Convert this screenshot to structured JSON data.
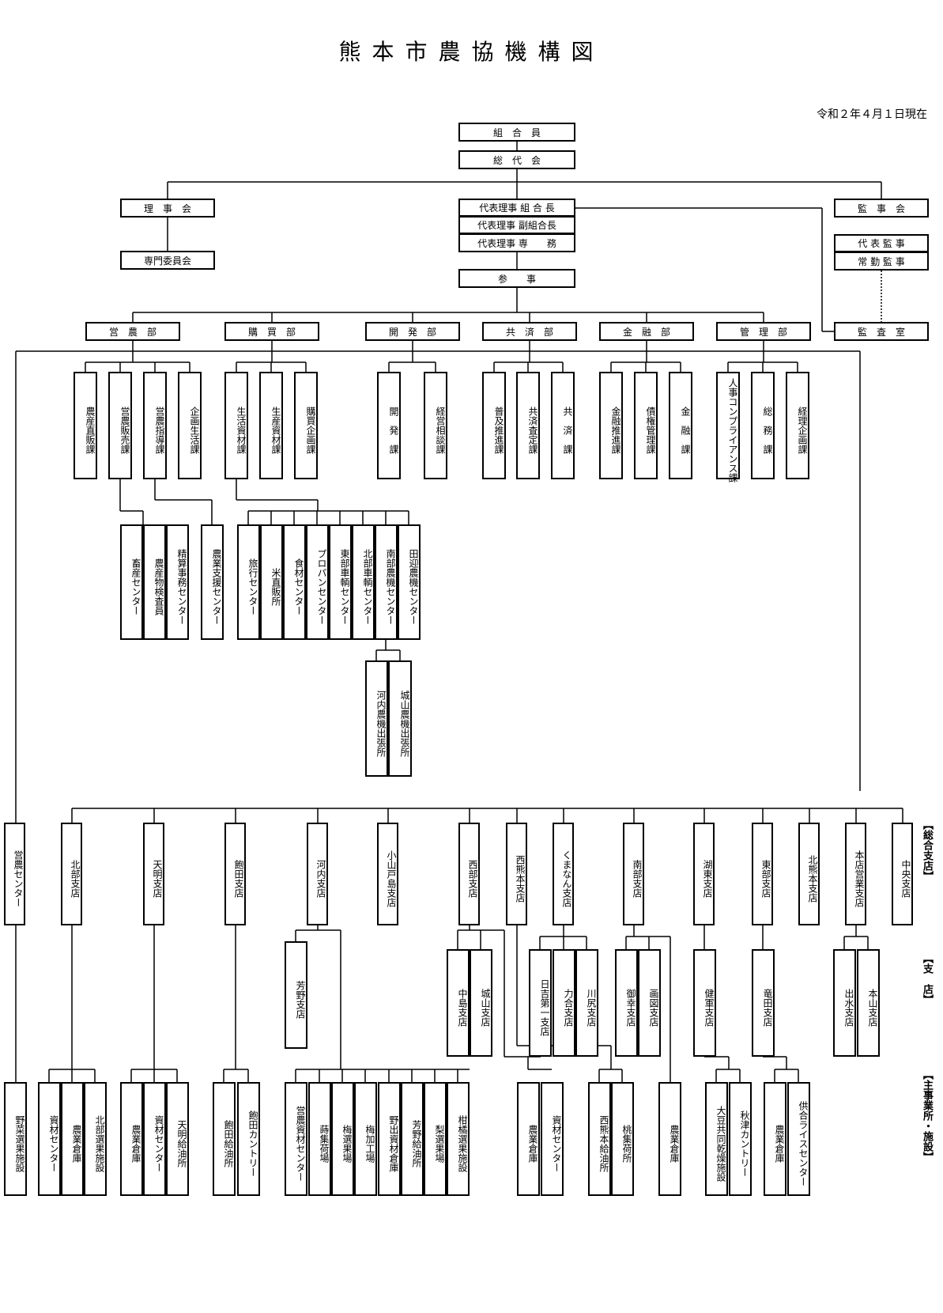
{
  "title": "熊本市農協機構図",
  "date": "令和２年４月１日現在",
  "top": {
    "members": "組　合　員",
    "delegates": "総　代　会",
    "board": "理　事　会",
    "committee": "専門委員会",
    "pres1": "代表理事 組 合 長",
    "pres2": "代表理事 副組合長",
    "pres3": "代表理事 専　　務",
    "audit": "監　事　会",
    "aud1": "代 表 監 事",
    "aud2": "常 勤 監 事",
    "councillor": "参　　事",
    "audit_office": "監　査　室"
  },
  "depts": [
    "営　農　部",
    "購　買　部",
    "開　発　部",
    "共　済　部",
    "金　融　部",
    "管　理　部"
  ],
  "sections": [
    "農産直販課",
    "営農販売課",
    "営農指導課",
    "企画生活課",
    "生活資材課",
    "生産資材課",
    "購買企画課",
    "開　発　課",
    "経営相談課",
    "普及推進課",
    "共済査定課",
    "共　済　課",
    "金融推進課",
    "債権管理課",
    "金　融　課",
    "人事コンプライアンス課",
    "総　務　課",
    "経理企画課"
  ],
  "centers": [
    "畜産センター",
    "農産物検査員",
    "精算事務センター",
    "農業支援センター",
    "旅行センター",
    "米直販所",
    "食材センター",
    "プロパンセンター",
    "東部車輌センター",
    "北部車輌センター",
    "南部農機センター",
    "田迎農機センター",
    "河内農機出張所",
    "城山農機出張所"
  ],
  "branches": [
    "営農センター",
    "北部支店",
    "天明支店",
    "飽田支店",
    "河内支店",
    "小山戸島支店",
    "西部支店",
    "西熊本支店",
    "くまなん支店",
    "南部支店",
    "湖東支店",
    "東部支店",
    "北熊本支店",
    "本店営業支店",
    "中央支店"
  ],
  "sub_branches": [
    "芳野支店",
    "中島支店",
    "城山支店",
    "日吉第一支店",
    "力合支店",
    "川尻支店",
    "御幸支店",
    "画図支店",
    "健軍支店",
    "竜田支店",
    "出水支店",
    "本山支店"
  ],
  "facilities": [
    "野菜選果施設",
    "資材センター",
    "農業倉庫",
    "北部選果施設",
    "農業倉庫",
    "資材センター",
    "天明給油所",
    "飽田給油所",
    "飽田カントリー",
    "営農資材センター",
    "蒔集荷場",
    "梅選果場",
    "梅加工場",
    "野出資材倉庫",
    "芳野給油所",
    "梨選果場",
    "柑橘選果施設",
    "農業倉庫",
    "資材センター",
    "西熊本給油所",
    "桃集荷所",
    "農業倉庫",
    "大豆共同乾燥施設",
    "秋津カントリー",
    "農業倉庫",
    "供合ライスセンター"
  ],
  "legend": [
    "【総合支店】",
    "【支　店】",
    "【主事業所・施設】"
  ]
}
